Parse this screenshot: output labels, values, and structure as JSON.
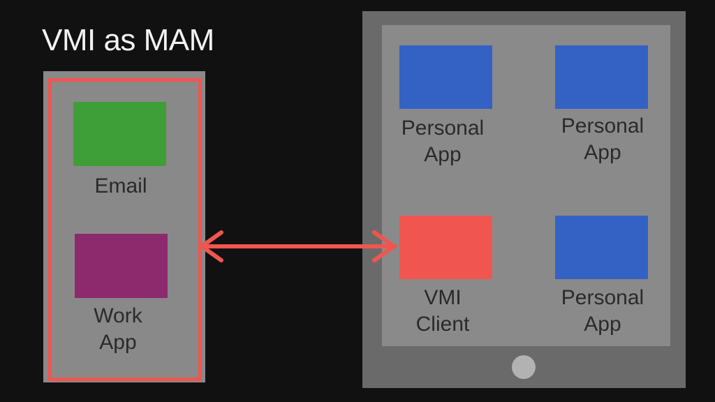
{
  "title": "VMI as MAM",
  "colors": {
    "background": "#121112",
    "device_body": "#8a898a",
    "tablet_body": "#6b6a6b",
    "tablet_screen": "#8b8a8b",
    "highlight": "#f0564f",
    "email_tile": "#3e9e37",
    "work_tile": "#8d2a6e",
    "personal_tile": "#3462c4",
    "vmi_tile": "#f0564f"
  },
  "phone": {
    "apps": [
      {
        "line1": "Email",
        "line2": ""
      },
      {
        "line1": "Work",
        "line2": "App"
      }
    ]
  },
  "tablet": {
    "apps": [
      {
        "line1": "Personal",
        "line2": "App"
      },
      {
        "line1": "Personal",
        "line2": "App"
      },
      {
        "line1": "VMI",
        "line2": "Client"
      },
      {
        "line1": "Personal",
        "line2": "App"
      }
    ]
  }
}
